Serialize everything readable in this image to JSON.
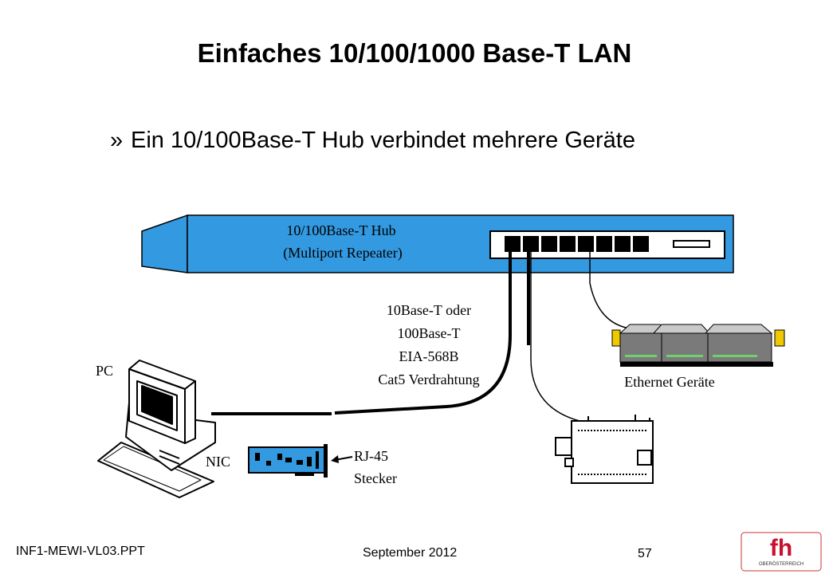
{
  "slide": {
    "title": "Einfaches 10/100/1000 Base-T LAN",
    "bullet_marker": "»",
    "bullet_text": "Ein 10/100Base-T Hub verbindet mehrere Geräte"
  },
  "diagram": {
    "hub_label_line1": "10/100Base-T Hub",
    "hub_label_line2": "(Multiport Repeater)",
    "cable_line1": "10Base-T oder",
    "cable_line2": "100Base-T",
    "cable_line3": "EIA-568B",
    "cable_line4": "Cat5 Verdrahtung",
    "pc_label": "PC",
    "nic_label": "NIC",
    "rj45_line1": "RJ-45",
    "rj45_line2": "Stecker",
    "ethernet_label": "Ethernet Geräte",
    "hub_color": "#3399e0"
  },
  "footer": {
    "file": "INF1-MEWI-VL03.PPT",
    "date": "September 2012",
    "page": "57",
    "logo_text": "fh",
    "logo_subtext": "OBERÖSTERREICH"
  }
}
